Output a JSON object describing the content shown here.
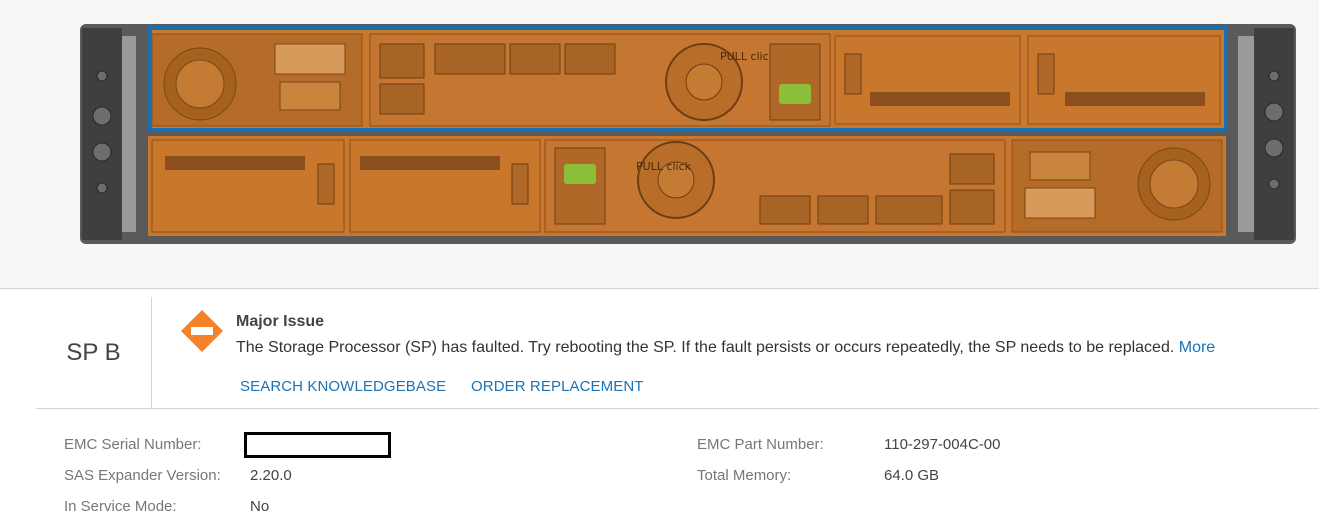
{
  "hardware": {
    "tab_labels": [
      "PULL click",
      "PULL click"
    ],
    "colors": {
      "highlight_fill": "#e0852e",
      "selection_outline": "#1a6fb0",
      "led_green": "#8bc34a",
      "chassis_dark": "#555555"
    }
  },
  "sp": {
    "name": "SP B"
  },
  "fault": {
    "icon": "major-issue-icon",
    "severity_color": "#f5822a",
    "title": "Major Issue",
    "description": "The Storage Processor (SP) has faulted. Try rebooting the SP. If the fault persists or occurs repeatedly, the SP needs to be replaced.",
    "more_label": "More"
  },
  "actions": {
    "search_kb": "SEARCH KNOWLEDGEBASE",
    "order_replacement": "ORDER REPLACEMENT"
  },
  "properties": {
    "serial_label": "EMC Serial Number:",
    "sas_label": "SAS Expander Version:",
    "sas_value": "2.20.0",
    "service_label": "In Service Mode:",
    "service_value": "No",
    "part_label": "EMC Part Number:",
    "part_value": "110-297-004C-00",
    "memory_label": "Total Memory:",
    "memory_value": "64.0 GB"
  }
}
